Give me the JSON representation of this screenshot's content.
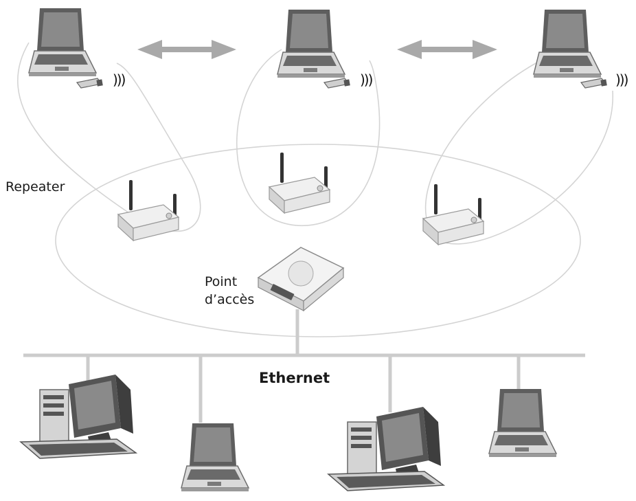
{
  "labels": {
    "repeater": "Repeater",
    "access_point_line1": "Point",
    "access_point_line2": "d’accès",
    "ethernet": "Ethernet"
  },
  "wifi_wave_glyph": ")))",
  "colors": {
    "link_line": "#cccccc",
    "coverage_ellipse": "#d4d4d4",
    "arrow": "#a9a9a9",
    "device_body": "#dedede",
    "device_shadow": "#8f8f8f",
    "screen": "#8a8a8a"
  }
}
